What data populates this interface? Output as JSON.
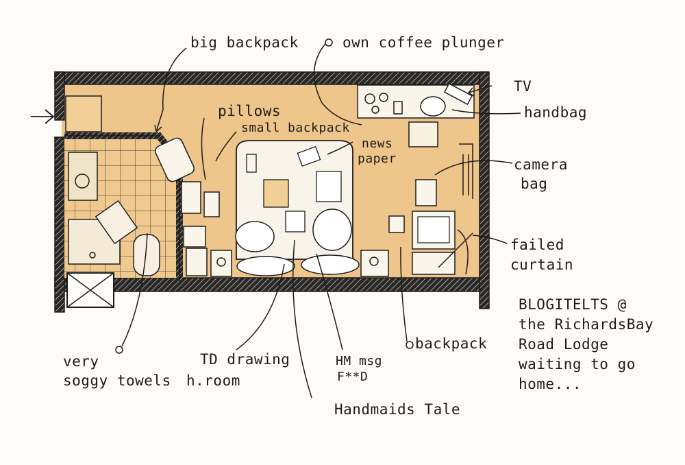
{
  "labels": {
    "big_backpack": "big backpack",
    "coffee_plunger": "own coffee plunger",
    "tv": "TV",
    "handbag": "handbag",
    "pillows": "pillows",
    "small_backpack": "small backpack",
    "newspaper_1": "news",
    "newspaper_2": "paper",
    "camera_bag_1": "camera",
    "camera_bag_2": "bag",
    "failed_curtain_1": "failed",
    "failed_curtain_2": "curtain",
    "soggy_towels_1": "very",
    "soggy_towels_2": "soggy towels",
    "td_drawing_1": "TD drawing",
    "td_drawing_2": "h.room",
    "hm_msg_1": "HM msg",
    "hm_msg_2": "F**D",
    "handmaids_tale": "Handmaids Tale",
    "backpack": "backpack"
  },
  "note": {
    "line1": "BLOGITELTS @",
    "line2": "the RichardsBay",
    "line3": "Road Lodge",
    "line4": "waiting to go",
    "line5": "home..."
  },
  "colors": {
    "ink": "#1c1b1a",
    "floor": "#eec58a",
    "paper": "#fdfcf8"
  }
}
